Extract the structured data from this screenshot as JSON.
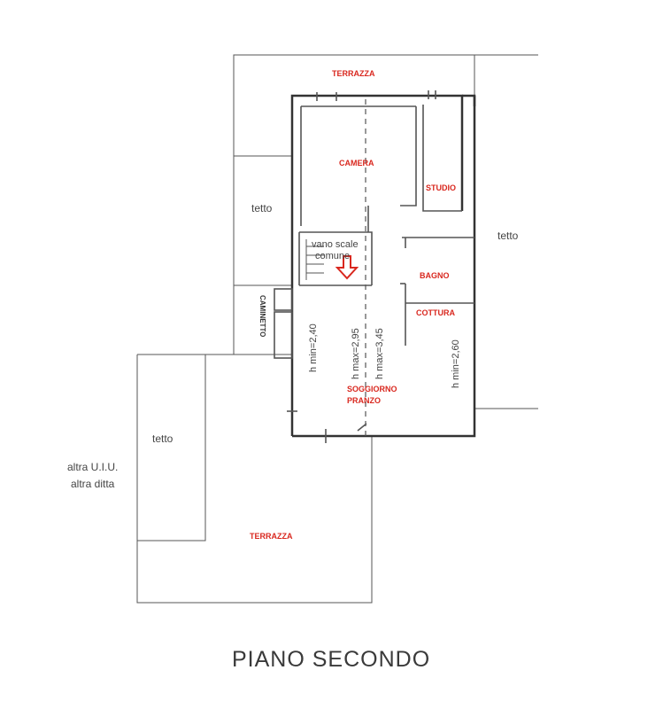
{
  "rooms": {
    "terrazza_top": "TERRAZZA",
    "camera": "CAMERA",
    "studio": "STUDIO",
    "bagno": "BAGNO",
    "cottura": "COTTURA",
    "soggiorno": "SOGGIORNO",
    "pranzo": "PRANZO",
    "terrazza_bottom": "TERRAZZA",
    "caminetto": "CAMINETTO"
  },
  "labels": {
    "tetto_left": "tetto",
    "tetto_right": "tetto",
    "tetto_lower": "tetto",
    "vano_scale_1": "vano scale",
    "vano_scale_2": "comune",
    "altra_uiu": "altra U.I.U.",
    "altra_ditta": "altra ditta"
  },
  "heights": {
    "h_min_left": "h min=2,40",
    "h_max_1": "h max=2,95",
    "h_max_2": "h max=3,45",
    "h_min_right": "h min=2,60"
  },
  "title": "PIANO SECONDO",
  "colors": {
    "room_label": "#d9281f",
    "line": "#333333",
    "entrance_arrow": "#d9281f"
  },
  "icons": {
    "entrance": "entrance-arrow-icon"
  }
}
